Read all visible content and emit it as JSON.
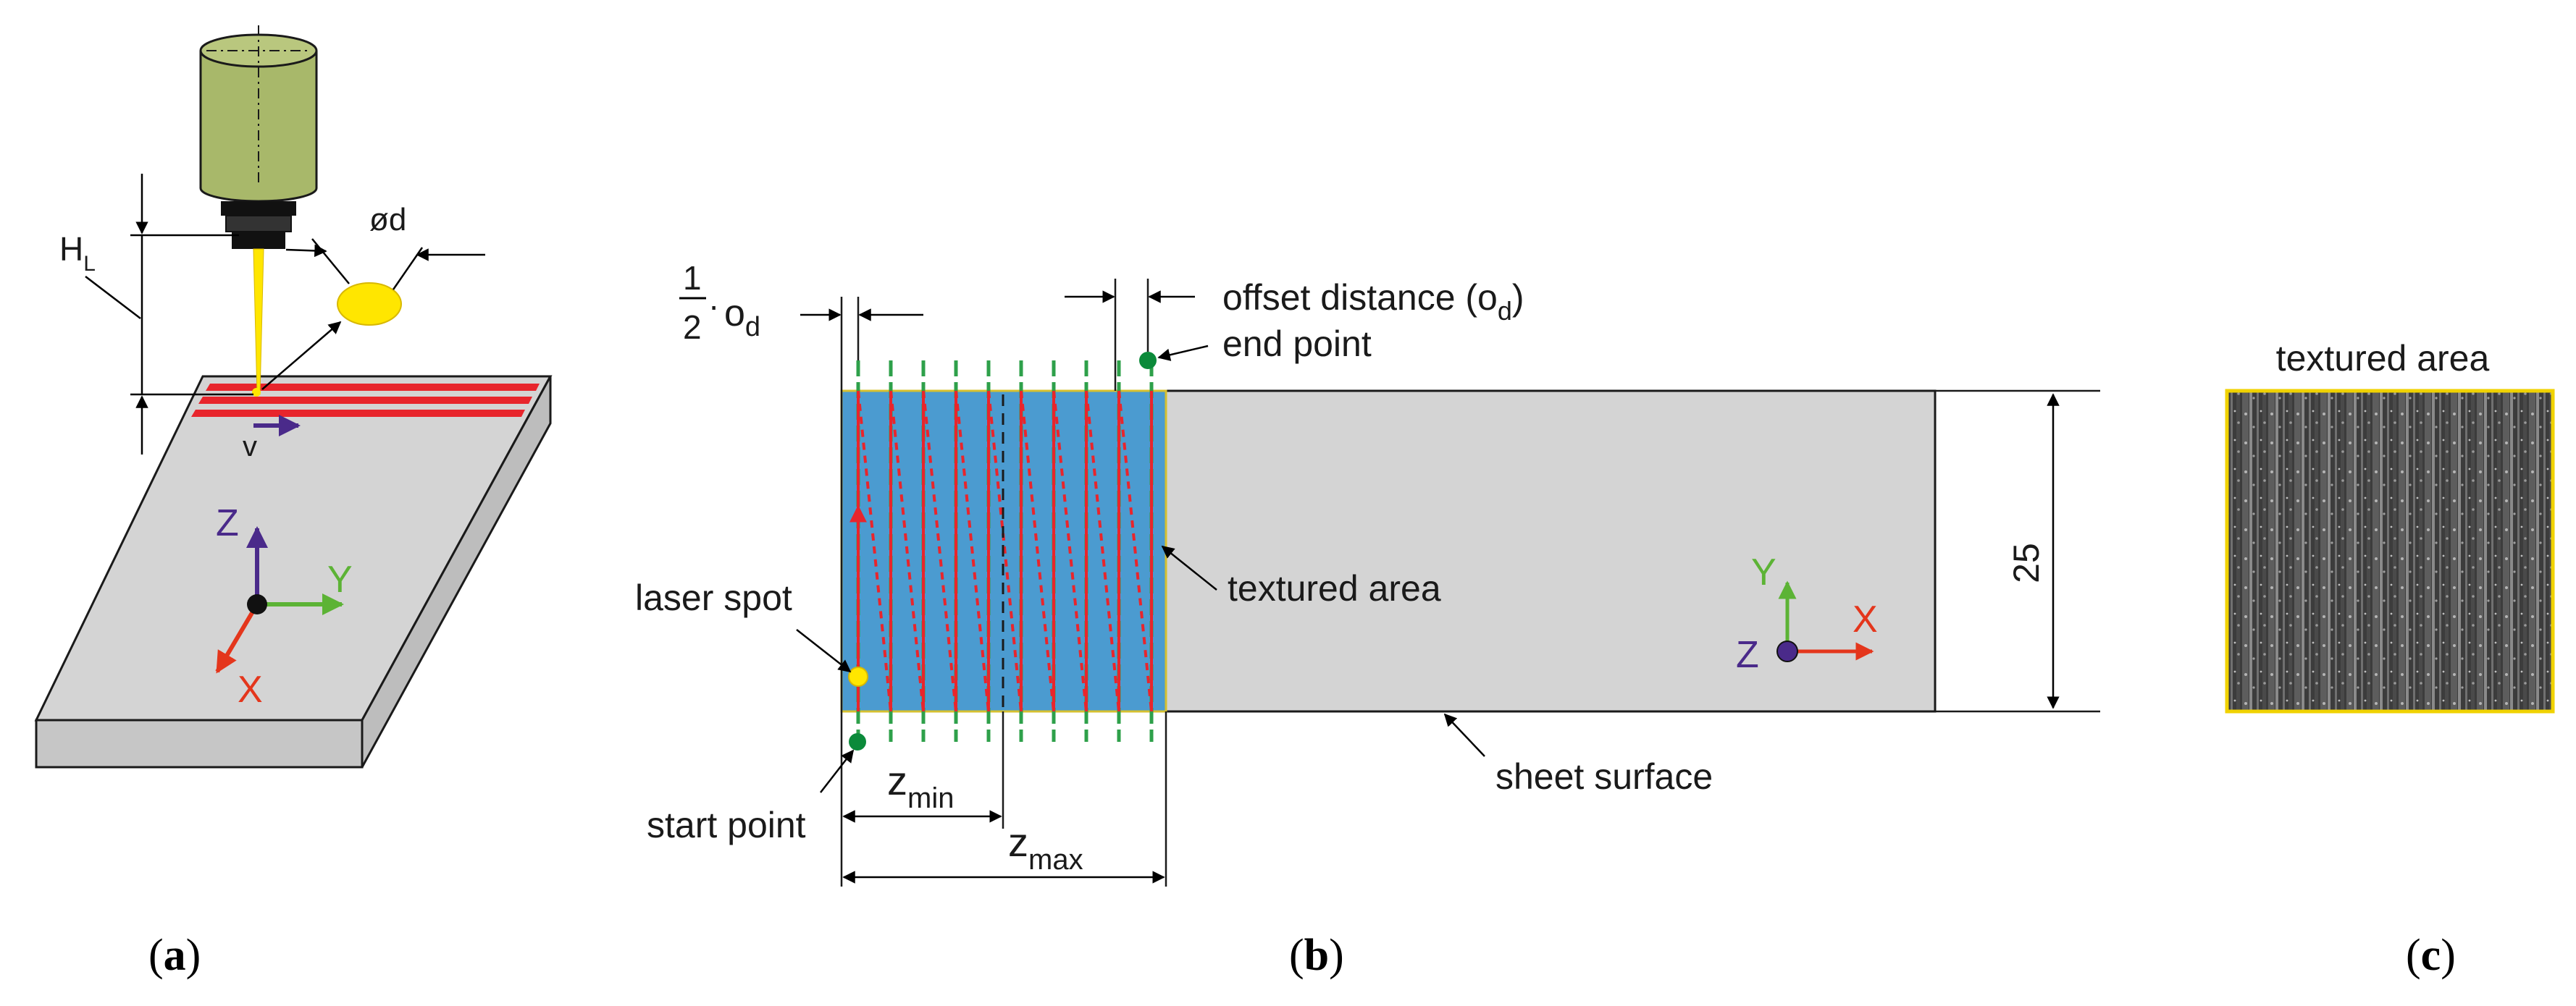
{
  "panel_a": {
    "height_symbol": "H",
    "height_subscript": "L",
    "diameter_label": "ød",
    "velocity_label": "v",
    "axis_z": "Z",
    "axis_y": "Y",
    "axis_x": "X",
    "caption": {
      "open": "(",
      "letter": "a",
      "close": ")"
    }
  },
  "panel_b": {
    "half_fraction": {
      "numerator": "1",
      "denominator": "2",
      "dot": "·",
      "symbol": "o",
      "subscript": "d"
    },
    "offset_label_text": "offset distance (o",
    "offset_label_subscript": "d",
    "offset_label_close": ")",
    "end_point_label": "end point",
    "laser_spot_label": "laser spot",
    "textured_area_label": "textured area",
    "start_point_label": "start point",
    "sheet_surface_label": "sheet surface",
    "zmin_symbol": "z",
    "zmin_subscript": "min",
    "zmax_symbol": "z",
    "zmax_subscript": "max",
    "width_dimension": "25",
    "axis_y": "Y",
    "axis_z": "Z",
    "axis_x": "X",
    "caption": {
      "open": "(",
      "letter": "b",
      "close": ")"
    }
  },
  "panel_c": {
    "title": "textured area",
    "caption": {
      "open": "(",
      "letter": "c",
      "close": ")"
    }
  },
  "colors": {
    "laser_yellow": "#ffe600",
    "texture_red": "#e8252c",
    "texture_blue": "#4b9bd0",
    "sheet_grey": "#d4d4d4",
    "track_green": "#2ea04a",
    "point_green": "#0b8a3a",
    "axis_purple": "#4a2a8a",
    "axis_green": "#5cb335",
    "axis_red": "#e4361c",
    "frame_yellow": "#f0d200",
    "head_olive": "#a8b86a"
  },
  "icons": {
    "laser_head": "laser-head-icon",
    "laser_beam": "laser-beam-icon",
    "sample_sheet": "sheet-block-icon"
  }
}
